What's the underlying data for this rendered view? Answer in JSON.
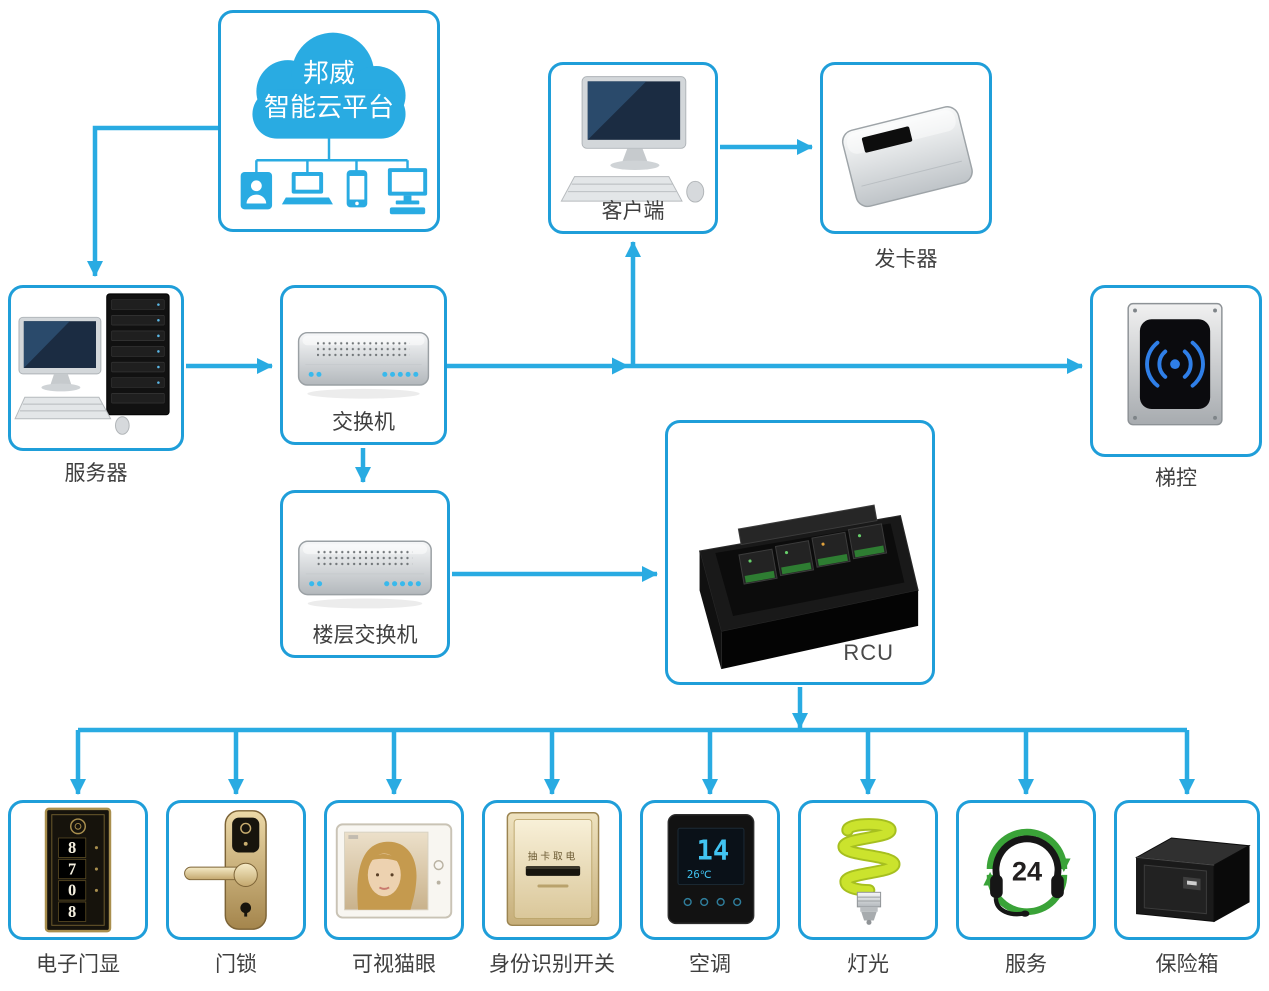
{
  "colors": {
    "accent": "#29abe2",
    "border": "#1f9ed9",
    "label": "#3f3f3f"
  },
  "cloud": {
    "line1": "邦威",
    "line2": "智能云平台"
  },
  "nodes": {
    "client": "客户端",
    "card_issuer": "发卡器",
    "server": "服务器",
    "switch": "交换机",
    "elevator": "梯控",
    "floor_switch": "楼层交换机",
    "rcu": "RCU"
  },
  "devices": [
    {
      "label": "电子门显"
    },
    {
      "label": "门锁"
    },
    {
      "label": "可视猫眼"
    },
    {
      "label": "身份识别开关"
    },
    {
      "label": "空调"
    },
    {
      "label": "灯光"
    },
    {
      "label": "服务"
    },
    {
      "label": "保险箱"
    }
  ],
  "door_display": {
    "digits": [
      "8",
      "7",
      "0",
      "8"
    ]
  },
  "identity_switch": {
    "slot_label": "抽卡取电"
  },
  "thermostat": {
    "temp": "14",
    "temp_unit": "26℃"
  },
  "service": {
    "text": "24"
  }
}
